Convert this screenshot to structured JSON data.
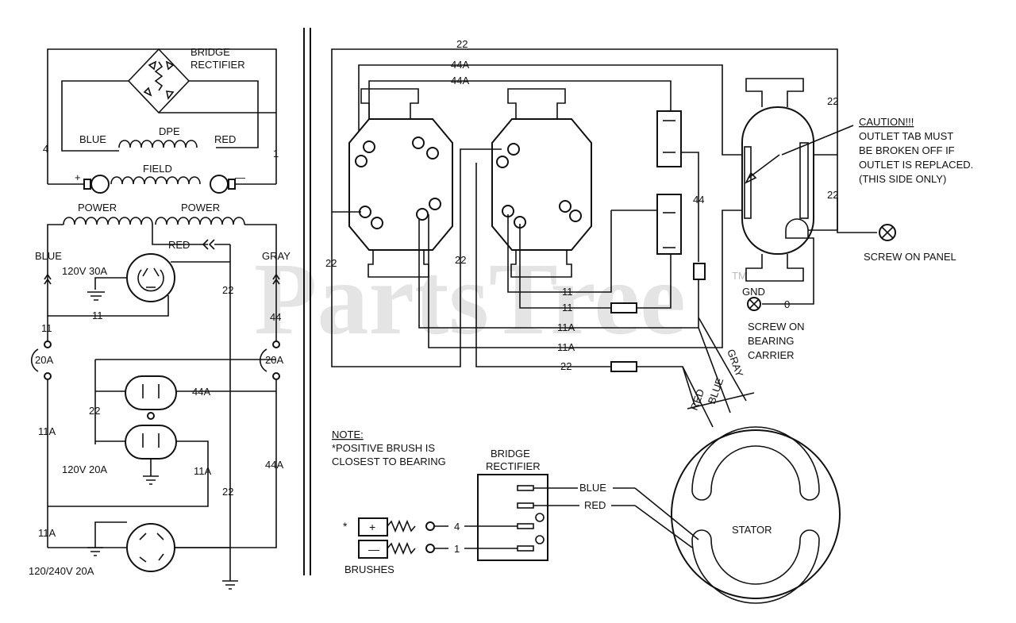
{
  "left": {
    "bridge_rectifier_line1": "BRIDGE",
    "bridge_rectifier_line2": "RECTIFIER",
    "dpe": "DPE",
    "blue_top": "BLUE",
    "red_top": "RED",
    "field": "FIELD",
    "wire_4": "4",
    "wire_1": "1",
    "plus": "+",
    "minus": "—",
    "power_1": "POWER",
    "power_2": "POWER",
    "red_mid": "RED",
    "blue_side": "BLUE",
    "gray_side": "GRAY",
    "outlet_30a": "120V  30A",
    "wire_11_a": "11",
    "wire_22_a": "22",
    "wire_44_a": "44",
    "wire_11_b": "11",
    "breaker_left": "20A",
    "breaker_right": "20A",
    "wire_44a_a": "44A",
    "wire_22_b": "22",
    "wire_11a_a": "11A",
    "outlet_20a": "120V  20A",
    "wire_11a_b": "11A",
    "wire_44a_b": "44A",
    "wire_22_c": "22",
    "wire_11a_c": "11A",
    "outlet_240": "120/240V  20A"
  },
  "right": {
    "w22_top": "22",
    "w44a_top1": "44A",
    "w44a_top2": "44A",
    "w22_right1": "22",
    "w22_right2": "22",
    "w22_left": "22",
    "w22_mid": "22",
    "w44": "44",
    "w11_a": "11",
    "w11_b": "11",
    "w11a_a": "11A",
    "w11a_b": "11A",
    "w22_bottom": "22",
    "caution_1": "CAUTION!!!",
    "caution_2": "OUTLET TAB MUST",
    "caution_3": "BE BROKEN OFF IF",
    "caution_4": "OUTLET IS REPLACED.",
    "caution_5": "(THIS SIDE ONLY)",
    "screw_panel": "SCREW ON PANEL",
    "gnd": "GND",
    "w0": "0",
    "screw_bearing_1": "SCREW ON",
    "screw_bearing_2": "BEARING",
    "screw_bearing_3": "CARRIER",
    "red_lead": "RED",
    "blue_lead": "BLUE",
    "gray_lead": "GRAY",
    "note_title": "NOTE:",
    "note_1": "*POSITIVE BRUSH IS",
    "note_2": "CLOSEST TO BEARING",
    "bridge_1": "BRIDGE",
    "bridge_2": "RECTIFIER",
    "blue_br": "BLUE",
    "red_br": "RED",
    "br_4": "4",
    "br_1": "1",
    "star": "*",
    "plus": "+",
    "minus": "—",
    "brushes": "BRUSHES",
    "stator": "STATOR"
  },
  "watermark": "PartsTree",
  "watermark_tm": "TM"
}
